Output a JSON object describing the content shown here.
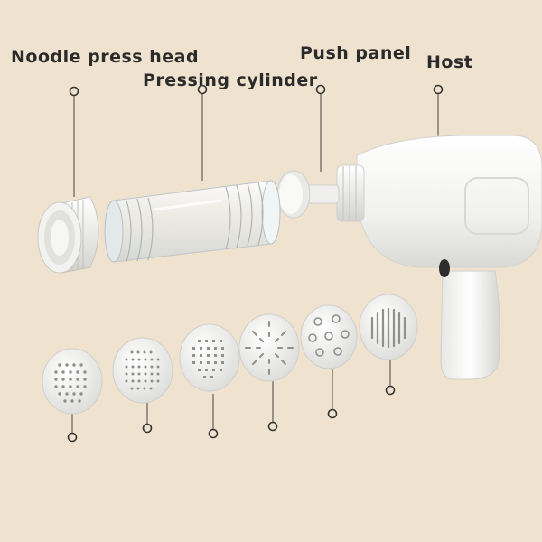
{
  "labels": {
    "noodle_press_head": "Noodle press head",
    "pressing_cylinder": "Pressing cylinder",
    "push_panel": "Push panel",
    "host": "Host"
  },
  "colors": {
    "background": "#efe2cf",
    "device_white": "#f4f4f2",
    "marker_stroke": "#3a3a3a"
  }
}
